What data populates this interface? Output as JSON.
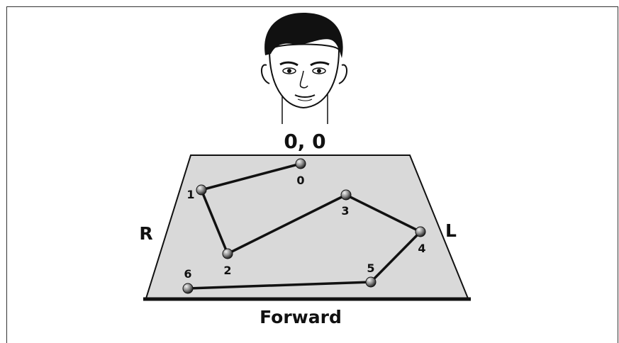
{
  "origin_label": "0, 0",
  "side_labels": {
    "left": "R",
    "right": "L"
  },
  "bottom_label": "Forward",
  "points": [
    "0",
    "1",
    "2",
    "3",
    "4",
    "5",
    "6"
  ],
  "colors": {
    "board": "#d9d9d9",
    "line": "#111111",
    "node_light": "#e6e6e6",
    "node_dark": "#333333"
  },
  "icons": {
    "face": "face-illustration"
  }
}
